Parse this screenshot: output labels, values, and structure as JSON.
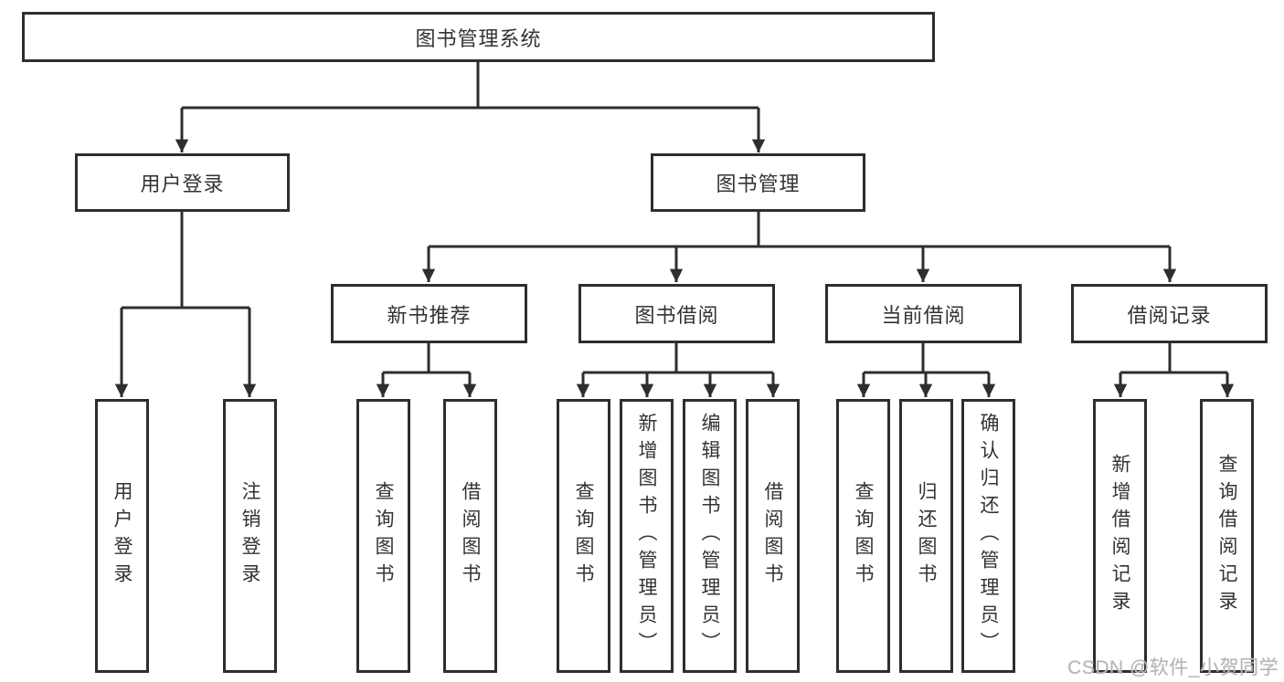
{
  "diagram": {
    "root": {
      "label": "图书管理系统"
    },
    "branches": [
      {
        "label": "用户登录",
        "leaves": [
          {
            "label": "用户登录"
          },
          {
            "label": "注销登录"
          }
        ]
      },
      {
        "label": "图书管理",
        "groups": [
          {
            "label": "新书推荐",
            "leaves": [
              {
                "label": "查询图书"
              },
              {
                "label": "借阅图书"
              }
            ]
          },
          {
            "label": "图书借阅",
            "leaves": [
              {
                "label": "查询图书"
              },
              {
                "label": "新增图书（管理员）"
              },
              {
                "label": "编辑图书（管理员）"
              },
              {
                "label": "借阅图书"
              }
            ]
          },
          {
            "label": "当前借阅",
            "leaves": [
              {
                "label": "查询图书"
              },
              {
                "label": "归还图书"
              },
              {
                "label": "确认归还（管理员）"
              }
            ]
          },
          {
            "label": "借阅记录",
            "leaves": [
              {
                "label": "新增借阅记录"
              },
              {
                "label": "查询借阅记录"
              }
            ]
          }
        ]
      }
    ]
  },
  "watermark": {
    "text": "CSDN @软件_小贺同学"
  },
  "colors": {
    "line": "#2e2e2e",
    "box_border": "#2e2e2e",
    "text": "#333333",
    "background": "#ffffff",
    "watermark": "#b5b5b5"
  }
}
